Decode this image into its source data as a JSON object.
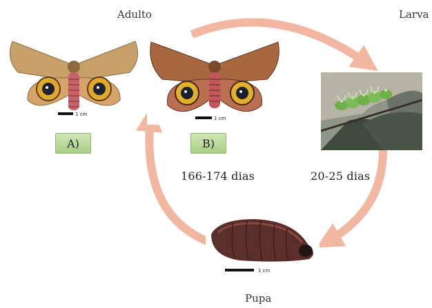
{
  "stages": {
    "adult": "Adulto",
    "larva": "Larva",
    "pupa": "Pupa"
  },
  "specimens": [
    {
      "label": "A)",
      "scale": "1 cm"
    },
    {
      "label": "B)",
      "scale": "1 cm"
    }
  ],
  "pupa_scale": "1 cm",
  "durations": {
    "adult_cycle": "166-174 dias",
    "larva_to_pupa": "20-25 dias"
  },
  "colors": {
    "arrow": "#f2b7a0",
    "tag_fill": "#b9d99a",
    "moth_wing_a": "#c8a06a",
    "moth_wing_b": "#a8683f",
    "larva_body": "#6fb04a",
    "pupa_body": "#5a2e2a"
  },
  "icons": [
    "moth-specimen-a",
    "moth-specimen-b",
    "larva-photo",
    "pupa-photo",
    "cycle-arrow"
  ]
}
